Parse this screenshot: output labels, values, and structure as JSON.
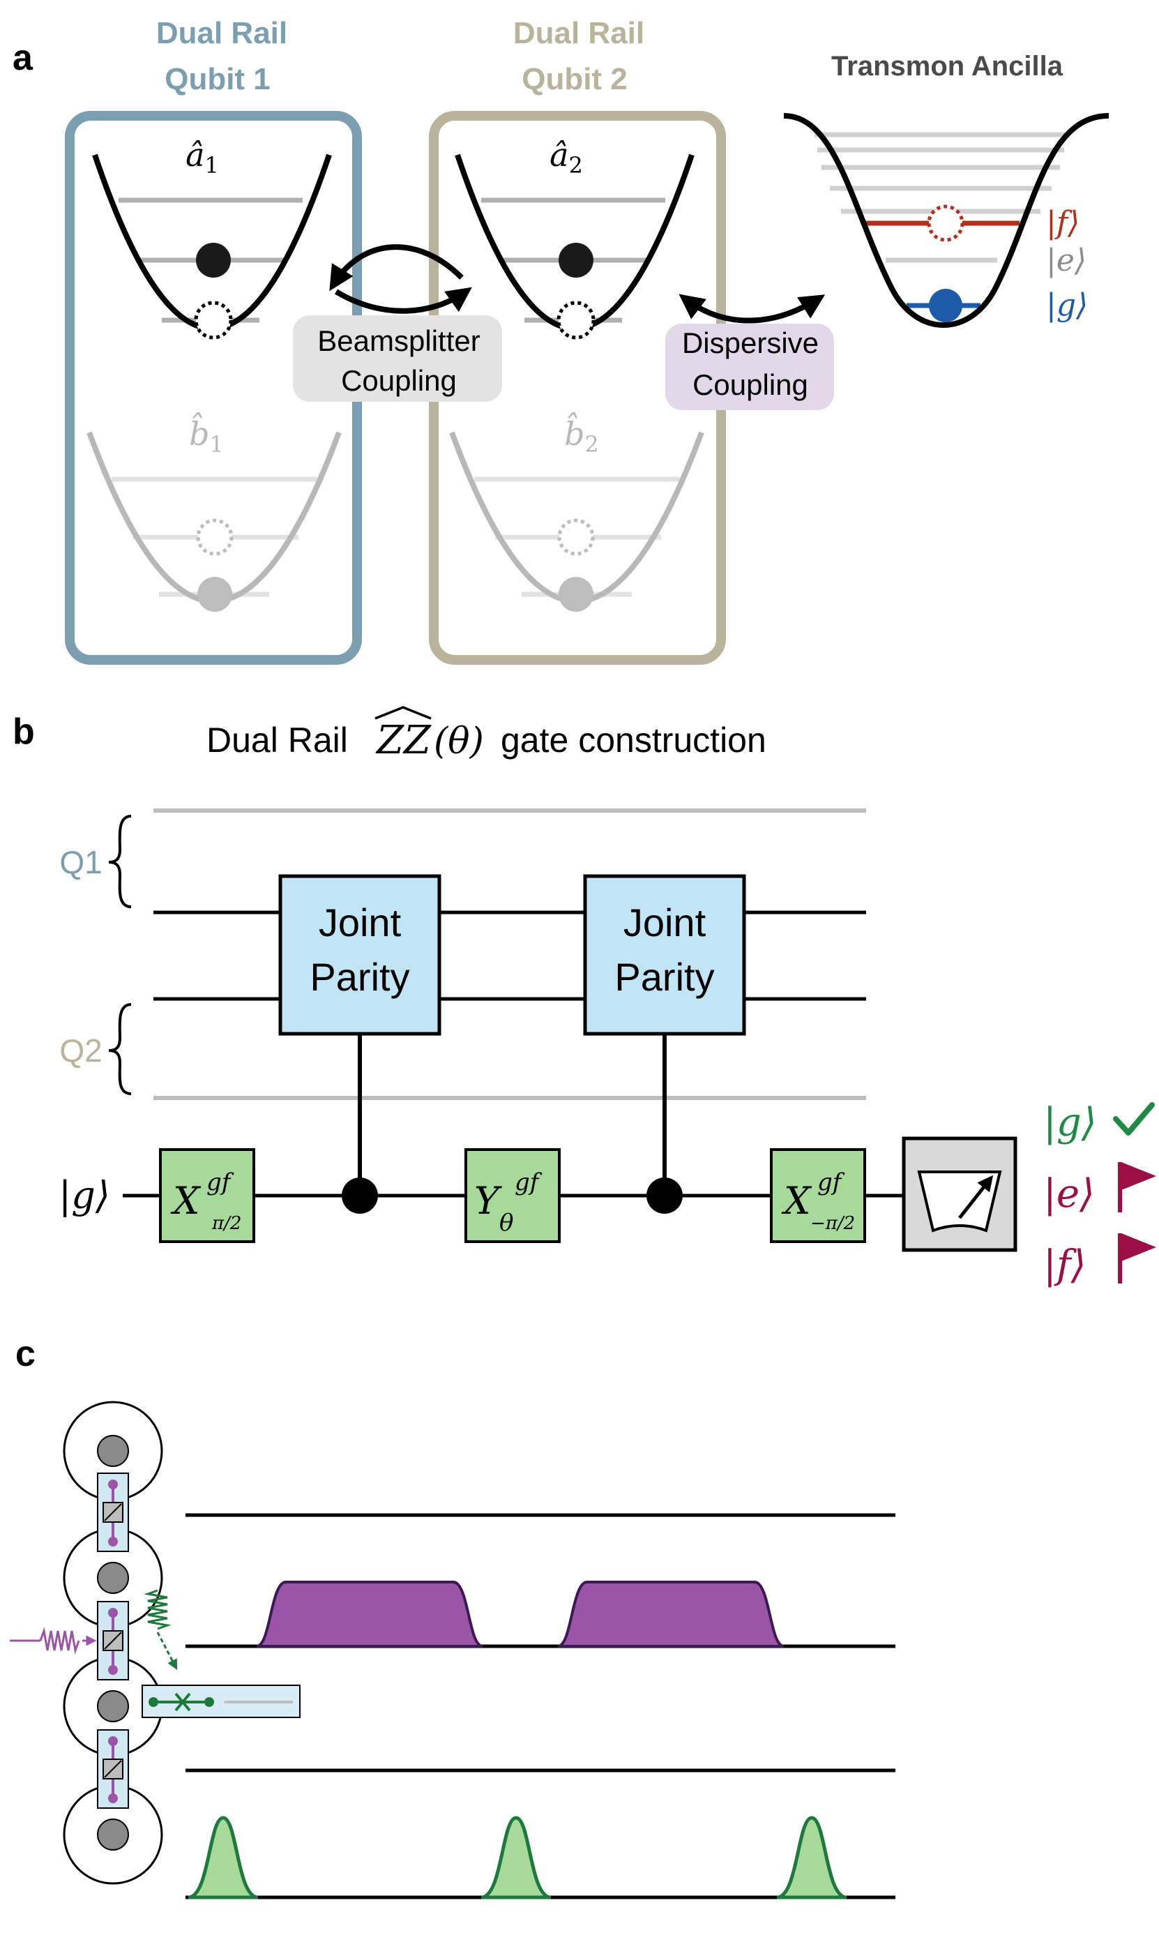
{
  "panel_a": {
    "label": "a",
    "qubit1_title_line1": "Dual Rail",
    "qubit1_title_line2": "Qubit 1",
    "qubit2_title_line1": "Dual Rail",
    "qubit2_title_line2": "Qubit 2",
    "ancilla_title": "Transmon Ancilla",
    "mode_a1": "â",
    "mode_a1_sub": "1",
    "mode_b1": "b̂",
    "mode_b1_sub": "1",
    "mode_a2": "â",
    "mode_a2_sub": "2",
    "mode_b2": "b̂",
    "mode_b2_sub": "2",
    "beamsplitter_line1": "Beamsplitter",
    "beamsplitter_line2": "Coupling",
    "dispersive_line1": "Dispersive",
    "dispersive_line2": "Coupling",
    "level_f": "|f⟩",
    "level_e": "|e⟩",
    "level_g": "|g⟩"
  },
  "panel_b": {
    "label": "b",
    "title_prefix": "Dual Rail",
    "title_gate": "ZZ",
    "title_arg": "(θ)",
    "title_suffix": "gate construction",
    "q1_label": "Q1",
    "q2_label": "Q2",
    "ancilla_init": "|g⟩",
    "joint_parity_1_line1": "Joint",
    "joint_parity_1_line2": "Parity",
    "joint_parity_2_line1": "Joint",
    "joint_parity_2_line2": "Parity",
    "gate1_main": "X",
    "gate1_sup": "gf",
    "gate1_sub": "π/2",
    "gate2_main": "Y",
    "gate2_sup": "gf",
    "gate2_sub": "θ",
    "gate3_main": "X",
    "gate3_sup": "gf",
    "gate3_sub": "−π/2",
    "outcome_g": "|g⟩",
    "outcome_e": "|e⟩",
    "outcome_f": "|f⟩"
  },
  "panel_c": {
    "label": "c"
  },
  "colors": {
    "qubit1": "#7b9fb0",
    "qubit2": "#b8b39a",
    "level_f": "#b0301c",
    "level_g": "#1f5aa8",
    "joint_parity_fill": "#c2e5f6",
    "gate_fill": "#a6d99a",
    "success": "#1e8a46",
    "flag": "#9b0f45",
    "purple_pulse": "#9a55a6",
    "green_pulse": "#1d7a3c",
    "green_pulse_fill": "#a6d99a"
  }
}
